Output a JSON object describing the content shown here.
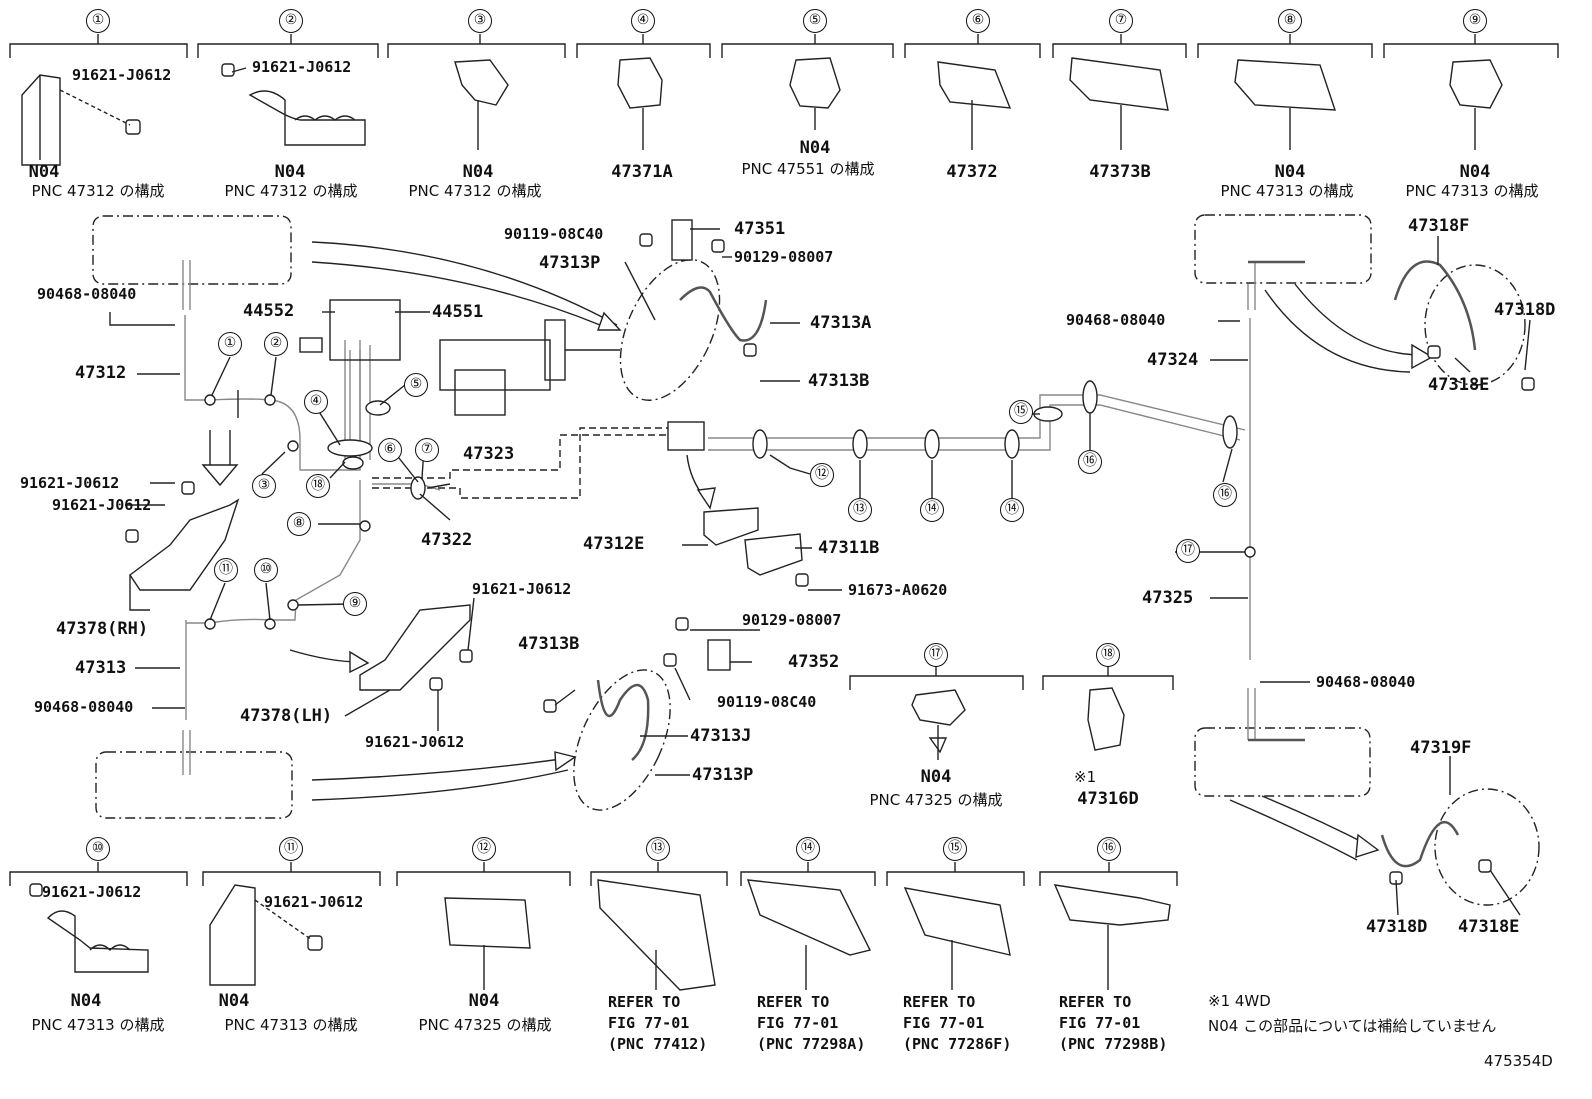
{
  "header_items": [
    {
      "n": "①",
      "parts": [
        "91621-J0612"
      ],
      "code": "N04",
      "caption": "PNC 47312 の構成"
    },
    {
      "n": "②",
      "parts": [
        "91621-J0612"
      ],
      "code": "N04",
      "caption": "PNC 47312 の構成"
    },
    {
      "n": "③",
      "code": "N04",
      "caption": "PNC 47312 の構成"
    },
    {
      "n": "④",
      "code": "47371A"
    },
    {
      "n": "⑤",
      "code": "N04",
      "caption": "PNC 47551 の構成"
    },
    {
      "n": "⑥",
      "code": "47372"
    },
    {
      "n": "⑦",
      "code": "47373B"
    },
    {
      "n": "⑧",
      "code": "N04",
      "caption": "PNC 47313 の構成"
    },
    {
      "n": "⑨",
      "code": "N04",
      "caption": "PNC 47313 の構成"
    }
  ],
  "footer_items": [
    {
      "n": "⑩",
      "parts": [
        "91621-J0612"
      ],
      "code": "N04",
      "caption": "PNC 47313 の構成"
    },
    {
      "n": "⑪",
      "parts": [
        "91621-J0612"
      ],
      "code": "N04",
      "caption": "PNC 47313 の構成"
    },
    {
      "n": "⑫",
      "code": "N04",
      "caption": "PNC 47325 の構成"
    },
    {
      "n": "⑬",
      "ref": "REFER TO\nFIG 77-01\n(PNC 77412)"
    },
    {
      "n": "⑭",
      "ref": "REFER TO\nFIG 77-01\n(PNC 77298A)"
    },
    {
      "n": "⑮",
      "ref": "REFER TO\nFIG 77-01\n(PNC 77286F)"
    },
    {
      "n": "⑯",
      "ref": "REFER TO\nFIG 77-01\n(PNC 77298B)"
    }
  ],
  "mid_items": [
    {
      "n": "⑰",
      "code": "N04",
      "caption": "PNC 47325 の構成"
    },
    {
      "n": "⑱",
      "mark": "※1",
      "code": "47316D"
    }
  ],
  "callouts": {
    "c_90119_top": "90119-08C40",
    "c_47351": "47351",
    "c_90129_top": "90129-08007",
    "c_47313P_top": "47313P",
    "c_47313A": "47313A",
    "c_47313B_top": "47313B",
    "c_90468_l": "90468-08040",
    "c_44552": "44552",
    "c_44551": "44551",
    "c_47312": "47312",
    "c_91621_a": "91621-J0612",
    "c_91621_b": "91621-J0612",
    "c_47378RH": "47378(RH)",
    "c_47323": "47323",
    "c_47322": "47322",
    "c_47312E": "47312E",
    "c_47311B": "47311B",
    "c_91673": "91673-A0620",
    "c_91621_c": "91621-J0612",
    "c_47313": "47313",
    "c_90468_l2": "90468-08040",
    "c_47378LH": "47378(LH)",
    "c_91621_d": "91621-J0612",
    "c_90129_mid": "90129-08007",
    "c_47352": "47352",
    "c_90119_mid": "90119-08C40",
    "c_47313B_mid": "47313B",
    "c_47313J": "47313J",
    "c_47313P_mid": "47313P",
    "c_47318F": "47318F",
    "c_47318D_top": "47318D",
    "c_47318E_top": "47318E",
    "c_90468_r": "90468-08040",
    "c_47324": "47324",
    "c_47325": "47325",
    "c_90468_r2": "90468-08040",
    "c_47319F": "47319F",
    "c_47318D_bot": "47318D",
    "c_47318E_bot": "47318E"
  },
  "circle_marks": {
    "m1": "①",
    "m2": "②",
    "m3": "③",
    "m4": "④",
    "m5": "⑤",
    "m6": "⑥",
    "m7": "⑦",
    "m8": "⑧",
    "m9": "⑨",
    "m10": "⑩",
    "m11": "⑪",
    "m12": "⑫",
    "m13": "⑬",
    "m14a": "⑭",
    "m14b": "⑭",
    "m15": "⑮",
    "m16a": "⑯",
    "m16b": "⑯",
    "m17": "⑰",
    "m18": "⑱"
  },
  "notes": {
    "note1": "※1 4WD",
    "note2": "N04 この部品については補給していません",
    "figure_id": "475354D"
  }
}
